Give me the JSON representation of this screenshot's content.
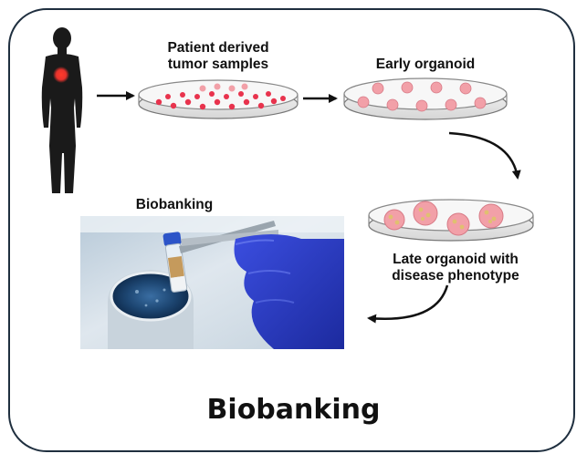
{
  "diagram": {
    "labels": {
      "patient_samples": "Patient derived\ntumor samples",
      "early_organoid": "Early organoid",
      "late_organoid": "Late organoid with\ndisease phenotype",
      "biobanking_photo": "Biobanking"
    },
    "title": "Biobanking",
    "colors": {
      "frame": "#1f2f3f",
      "tumor_highlight": "#e8322c",
      "tumor_cells": "#e8334d",
      "organoid": "#f2a0a8",
      "glove": "#2c3fd0",
      "arrow": "#111111"
    },
    "icons": [
      "human-silhouette-icon",
      "petri-dish-icon",
      "arrow-icon",
      "cryovial-photo"
    ]
  }
}
